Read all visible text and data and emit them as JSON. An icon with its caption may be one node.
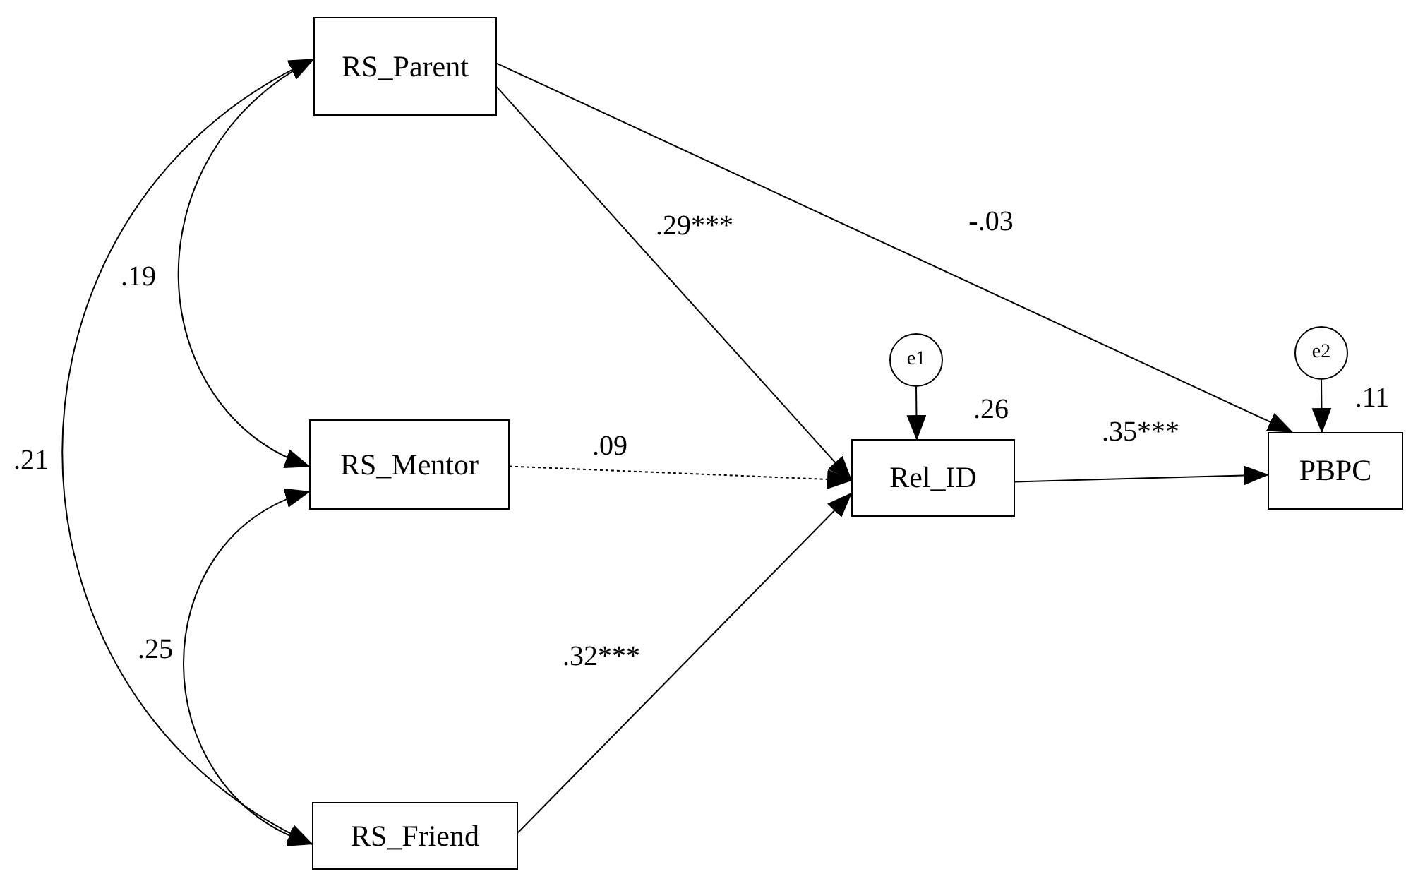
{
  "diagram": {
    "nodes": [
      {
        "text": [
          "RS_Parent"
        ]
      },
      {
        "text": [
          "RS_Mentor"
        ]
      },
      {
        "text": [
          "RS_Friend"
        ]
      },
      {
        "text": [
          "Rel_ID"
        ],
        "beside": [
          ".26"
        ]
      },
      {
        "text": [
          "PBPC"
        ],
        "beside": [
          ".11"
        ]
      },
      {
        "text": [
          "e1"
        ]
      },
      {
        "text": [
          "e2"
        ]
      }
    ],
    "edges": [
      {
        "from": 0,
        "to": 3,
        "arrow": "to",
        "label": ".29***"
      },
      {
        "from": 0,
        "to": 4,
        "arrow": "to",
        "label": "-.03"
      },
      {
        "from": 1,
        "to": 3,
        "arrow": "to",
        "label": ".09",
        "style": "dashed"
      },
      {
        "from": 2,
        "to": 3,
        "arrow": "to",
        "label": ".32***"
      },
      {
        "from": 3,
        "to": 4,
        "arrow": "to",
        "label": ".35***"
      },
      {
        "from": 5,
        "to": 3,
        "arrow": "to"
      },
      {
        "from": 6,
        "to": 4,
        "arrow": "to"
      },
      {
        "from": 0,
        "to": 1,
        "arrow": "both",
        "label": ".19"
      },
      {
        "from": 1,
        "to": 2,
        "arrow": "both",
        "label": ".25"
      },
      {
        "from": 0,
        "to": 2,
        "arrow": "both",
        "label": ".21"
      }
    ]
  }
}
